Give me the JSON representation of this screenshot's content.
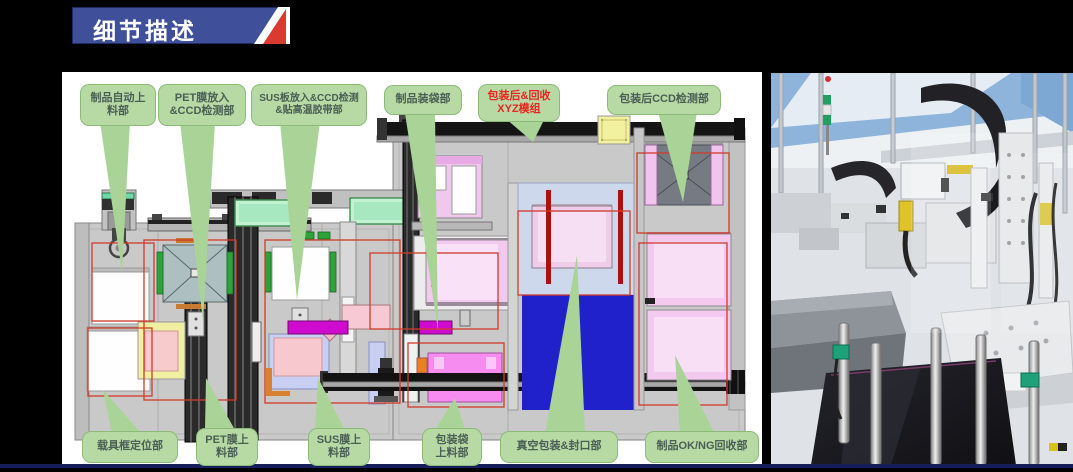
{
  "slide": {
    "title": "细节描述"
  },
  "colors": {
    "banner_blue": "#3f4f99",
    "banner_red": "#d93a31",
    "label_fill": "#b7d9a4",
    "label_border": "#8cbb79",
    "label_text": "#4a5f55",
    "label_red_text": "#e8261f",
    "tail_fill": "#aad398",
    "bed_gray": "#c9c9c9",
    "accent_red": "#d03a2a",
    "royal_blue": "#2121cc",
    "magenta": "#cf0bcf",
    "navy_bar": "#171e5c"
  },
  "labels": [
    {
      "text": "制品自动上\n料部"
    },
    {
      "text": "PET膜放入\n&CCD检测部"
    },
    {
      "text": "SUS板放入&CCD检测\n&贴高温胶带部"
    },
    {
      "text": "制品装袋部"
    },
    {
      "text": "包装后&回收\nXYZ模组"
    },
    {
      "text": "包装后CCD检测部"
    },
    {
      "text": "载具框定位部"
    },
    {
      "text": "PET膜上\n料部"
    },
    {
      "text": "SUS膜上\n料部"
    },
    {
      "text": "包装袋\n上料部"
    },
    {
      "text": "真空包装&封口部"
    },
    {
      "text": "制品OK/NG回收部"
    }
  ]
}
